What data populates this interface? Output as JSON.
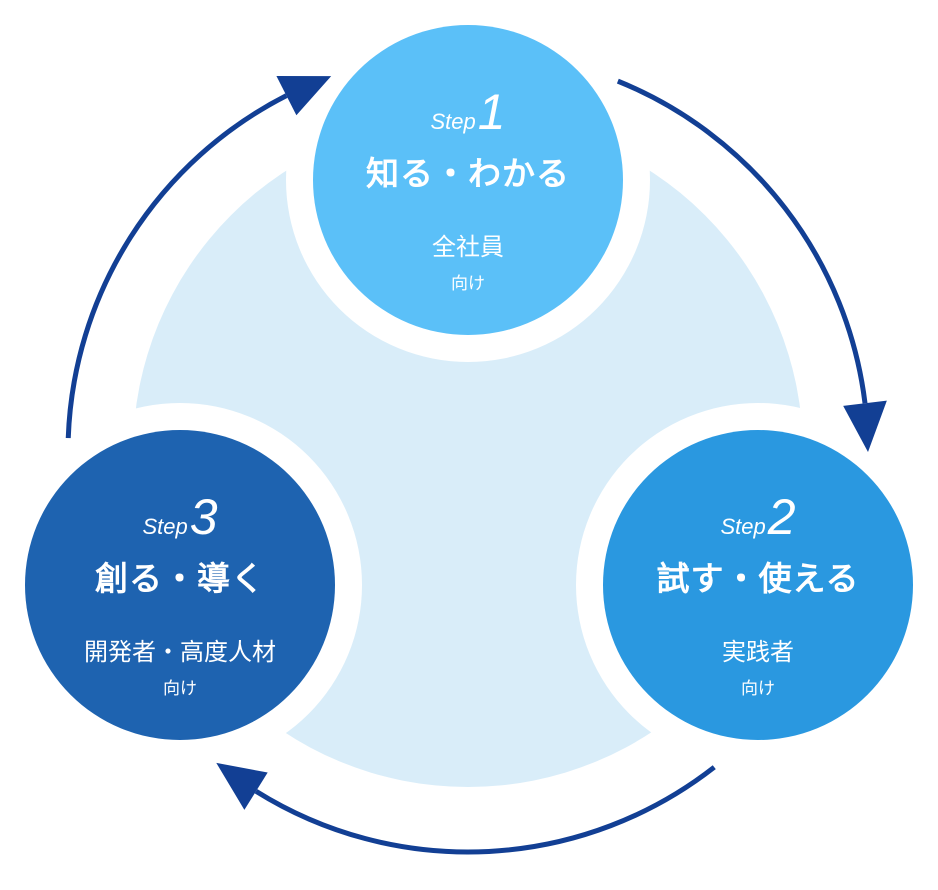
{
  "colors": {
    "arrow": "#123f94",
    "center": "#d9edf9",
    "step1": "#5bc0f8",
    "step2": "#2a98e0",
    "step3": "#1e63b0"
  },
  "steps": [
    {
      "word": "Step",
      "number": "1",
      "title": "知る・わかる",
      "audience": "全社員",
      "suffix": "向け"
    },
    {
      "word": "Step",
      "number": "2",
      "title": "試す・使える",
      "audience": "実践者",
      "suffix": "向け"
    },
    {
      "word": "Step",
      "number": "3",
      "title": "創る・導く",
      "audience": "開発者・高度人材",
      "suffix": "向け"
    }
  ]
}
